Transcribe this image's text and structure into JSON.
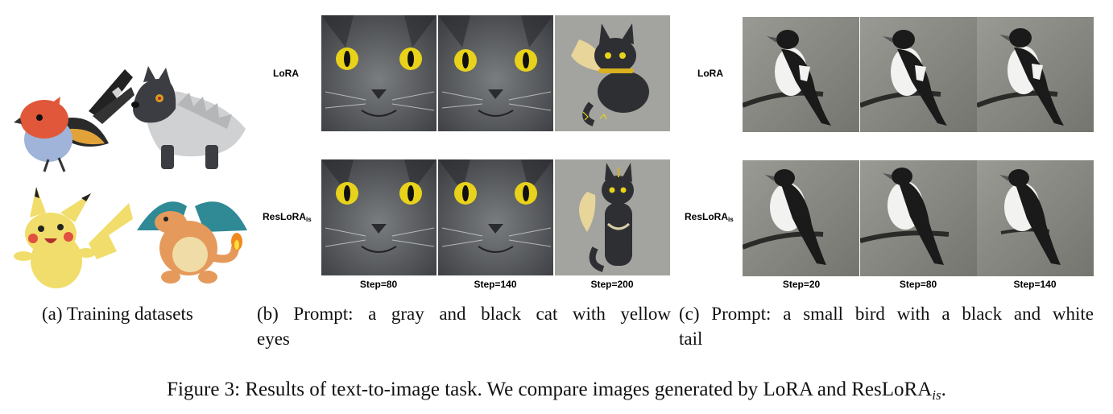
{
  "panel_a": {
    "caption": "(a) Training datasets"
  },
  "panel_b": {
    "caption_line1": "(b) Prompt:  a gray and black cat with yellow",
    "caption_line2": "eyes",
    "row_labels": [
      {
        "main": "LoRA",
        "sub": ""
      },
      {
        "main": "ResLoRA",
        "sub": "is"
      }
    ],
    "steps": [
      "Step=80",
      "Step=140",
      "Step=200"
    ]
  },
  "panel_c": {
    "caption_line1": "(c) Prompt: a small bird with a black and white",
    "caption_line2": "tail",
    "row_labels": [
      {
        "main": "LoRA",
        "sub": ""
      },
      {
        "main": "ResLoRA",
        "sub": "is"
      }
    ],
    "steps": [
      "Step=20",
      "Step=80",
      "Step=140"
    ]
  },
  "figure_caption": {
    "text": "Figure 3:  Results of text-to-image task. We compare images generated by LoRA and ResLoRA",
    "sub": "is",
    "end": "."
  },
  "colors": {
    "cat_gray": "#5c5f63",
    "cat_eye": "#e8d21a",
    "bird_bg": "#8a8a86",
    "cartoon_bg": "#a3a49f"
  }
}
